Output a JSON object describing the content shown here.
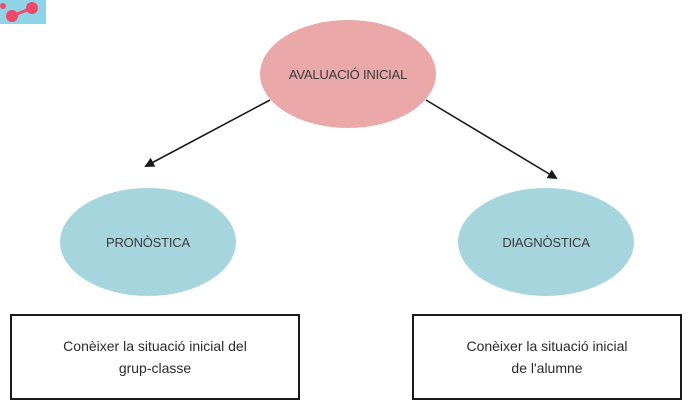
{
  "colors": {
    "root_node": "#eaa8a8",
    "child_node": "#a7d5de",
    "arrow": "#1a1a1a",
    "box_border": "#1a1a1a"
  },
  "logo": {
    "icon": "molecule-logo-icon"
  },
  "root": {
    "label": "AVALUACIÓ INICIAL"
  },
  "left": {
    "label": "PRONÒSTICA",
    "description_line1": "Conèixer la situació inicial del",
    "description_line2": "grup-classe"
  },
  "right": {
    "label": "DIAGNÒSTICA",
    "description_line1": "Conèixer la situació inicial",
    "description_line2": "de l'alumne"
  }
}
